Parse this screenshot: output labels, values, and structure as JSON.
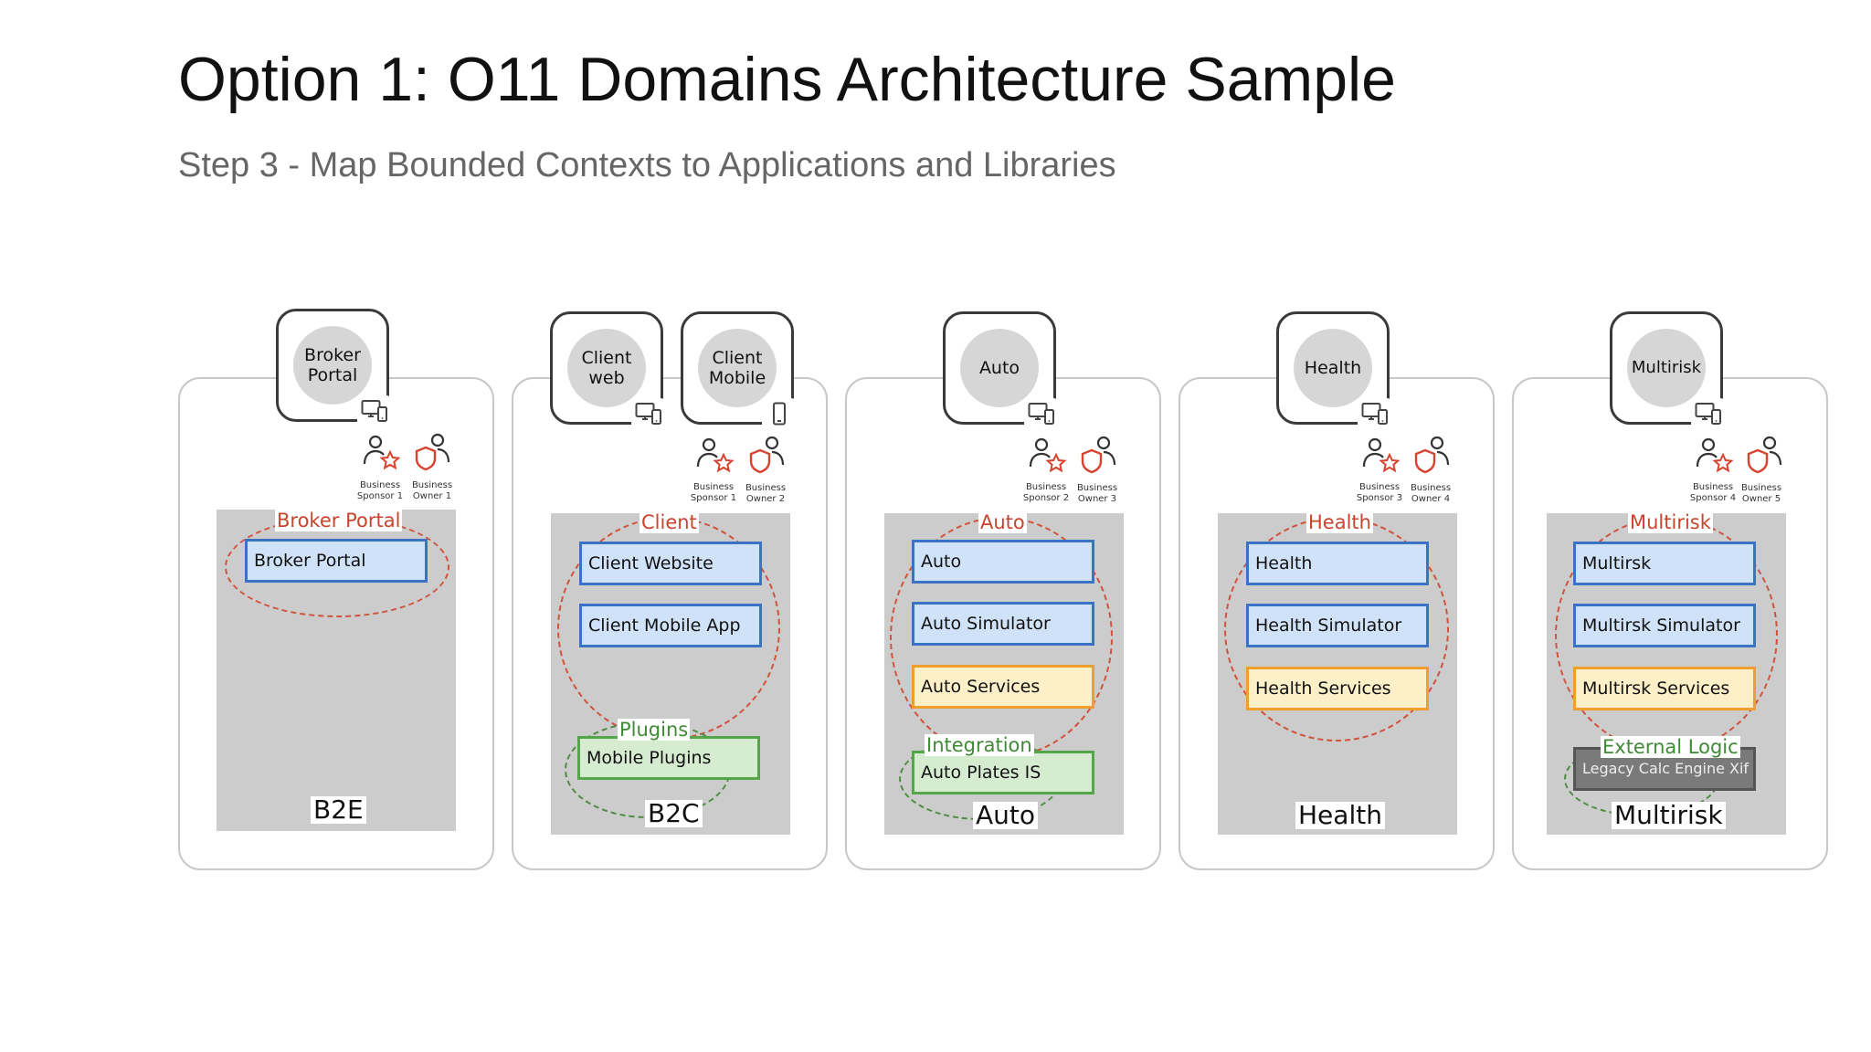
{
  "title": "Option 1: O11 Domains Architecture Sample",
  "subtitle": "Step 3 - Map Bounded Contexts to Applications and Libraries",
  "icons": {
    "desktop": "desktop-device-icon",
    "mobile": "mobile-device-icon",
    "sponsor": "business-sponsor-icon",
    "owner": "business-owner-icon"
  },
  "colors": {
    "context_ring": "#d0533c",
    "integration_ring": "#4f8c43",
    "app_box": "#3b73c4",
    "service_box": "#ef9f2e",
    "integration_box": "#55a64b",
    "external_box": "#7a7a7a"
  },
  "domains": [
    {
      "name": "B2E",
      "apps": [
        {
          "label": "Broker\nPortal",
          "device": "desktop"
        }
      ],
      "sponsor": "Business\nSponsor 1",
      "owner": "Business\nOwner 1",
      "context": "Broker Portal",
      "components": [
        "Broker Portal"
      ]
    },
    {
      "name": "B2C",
      "apps": [
        {
          "label": "Client\nweb",
          "device": "desktop"
        },
        {
          "label": "Client\nMobile",
          "device": "mobile"
        }
      ],
      "sponsor": "Business\nSponsor 1",
      "owner": "Business\nOwner 2",
      "context": "Client",
      "components": [
        "Client Website",
        "Client Mobile App"
      ],
      "integration_context": "Plugins",
      "integration_component": "Mobile Plugins"
    },
    {
      "name": "Auto",
      "apps": [
        {
          "label": "Auto",
          "device": "desktop"
        }
      ],
      "sponsor": "Business\nSponsor 2",
      "owner": "Business\nOwner 3",
      "context": "Auto",
      "components": [
        "Auto",
        "Auto Simulator",
        "Auto Services"
      ],
      "integration_context": "Integration",
      "integration_component": "Auto Plates IS"
    },
    {
      "name": "Health",
      "apps": [
        {
          "label": "Health",
          "device": "desktop"
        }
      ],
      "sponsor": "Business\nSponsor 3",
      "owner": "Business\nOwner 4",
      "context": "Health",
      "components": [
        "Health",
        "Health Simulator",
        "Health Services"
      ]
    },
    {
      "name": "Multirisk",
      "apps": [
        {
          "label": "Multirisk",
          "device": "desktop"
        }
      ],
      "sponsor": "Business\nSponsor 4",
      "owner": "Business\nOwner 5",
      "context": "Multirisk",
      "components": [
        "Multirsk",
        "Multirsk Simulator",
        "Multirsk Services"
      ],
      "integration_context": "External Logic",
      "integration_component": "Legacy Calc Engine Xif"
    }
  ]
}
